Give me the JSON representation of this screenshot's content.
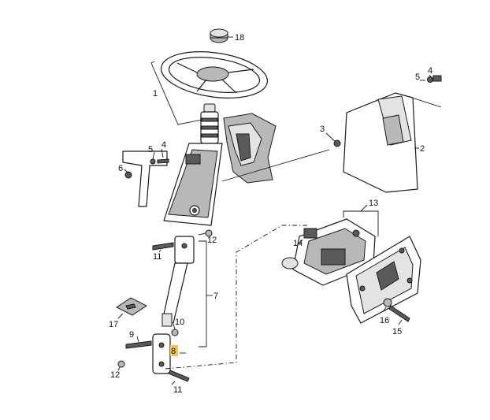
{
  "diagram": {
    "highlight_color": "#f3c24d",
    "callouts": {
      "c1": "1",
      "c2": "2",
      "c3": "3",
      "c4a": "4",
      "c4b": "4",
      "c5a": "5",
      "c5b": "5",
      "c6": "6",
      "c7": "7",
      "c8": "8",
      "c9": "9",
      "c10": "10",
      "c11a": "11",
      "c11b": "11",
      "c12a": "12",
      "c12b": "12",
      "c13": "13",
      "c14": "14",
      "c15": "15",
      "c16": "16",
      "c17": "17",
      "c18": "18"
    },
    "highlighted": "c8"
  }
}
